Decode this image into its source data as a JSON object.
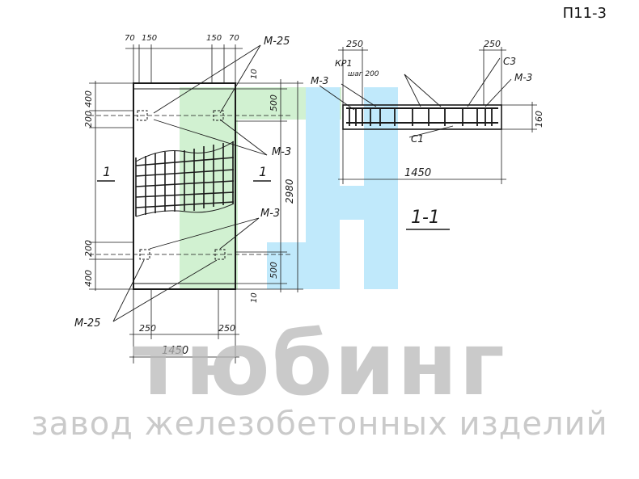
{
  "sheet_code": "П11-3",
  "brand": {
    "name": "тюбинг",
    "tagline": "завод железобетонных изделий",
    "colors": {
      "green": "#c9efc9",
      "blue": "#b6e6fb",
      "grey": "#b9b9b9"
    }
  },
  "plan": {
    "dims_top": [
      "70",
      "150",
      "150",
      "70"
    ],
    "dims_left": [
      "400",
      "200",
      "200",
      "400"
    ],
    "dims_right": [
      "10",
      "500",
      "500",
      "10"
    ],
    "height": "2980",
    "dims_bottom": [
      "250",
      "250",
      "1450"
    ],
    "section_marks": [
      "1",
      "1"
    ],
    "labels": [
      "М-25",
      "М-3",
      "М-3",
      "М-25"
    ]
  },
  "section": {
    "title": "1-1",
    "dims": [
      "250",
      "250",
      "1450",
      "160"
    ],
    "labels": [
      "КР1",
      "шаг 200",
      "С3",
      "М-3",
      "М-3",
      "С1"
    ]
  }
}
